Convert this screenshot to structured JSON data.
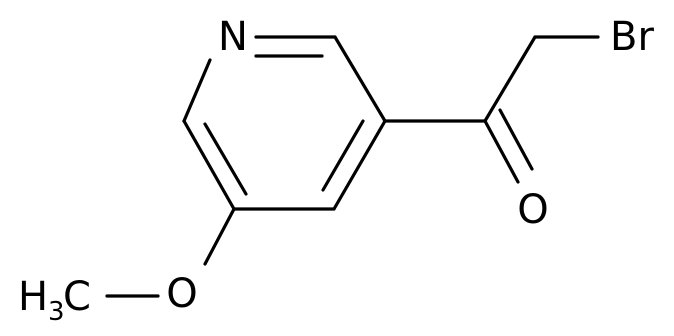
{
  "atoms": {
    "nitrogen": "N",
    "bromine": "Br",
    "oxygen_carbonyl": "O",
    "oxygen_ether": "O",
    "methyl_h": "H",
    "methyl_sub": "3",
    "methyl_c": "C"
  },
  "colors": {
    "bond": "#000000",
    "label": "#000000",
    "background": "#ffffff"
  }
}
